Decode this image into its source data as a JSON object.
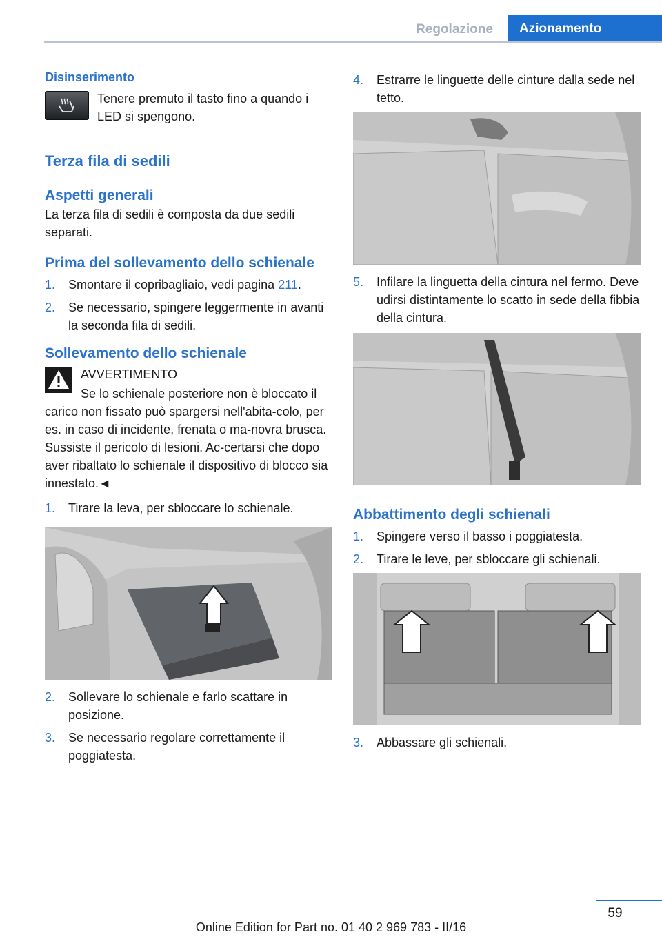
{
  "header": {
    "tab_inactive": "Regolazione",
    "tab_active": "Azionamento"
  },
  "left": {
    "disinserimento_title": "Disinserimento",
    "disinserimento_text": "Tenere premuto il tasto fino a quando i LED si spengono.",
    "terza_fila_title": "Terza fila di sedili",
    "aspetti_title": "Aspetti generali",
    "aspetti_text": "La terza fila di sedili è composta da due sedili separati.",
    "prima_title": "Prima del sollevamento dello schienale",
    "prima_steps": [
      {
        "n": "1.",
        "text": "Smontare il copribagliaio, vedi pagina ",
        "link": "211",
        "after": "."
      },
      {
        "n": "2.",
        "text": "Se necessario, spingere leggermente in avanti la seconda fila di sedili."
      }
    ],
    "sollev_title": "Sollevamento dello schienale",
    "warning_label": "AVVERTIMENTO",
    "warning_text": "Se lo schienale posteriore non è bloccato il carico non fissato può spargersi nell'abita-colo, per es. in caso di incidente, frenata o ma-novra brusca. Sussiste il pericolo di lesioni. Ac-certarsi che dopo aver ribaltato lo schienale il dispositivo di blocco sia innestato.◄",
    "sollev_step1": {
      "n": "1.",
      "text": "Tirare la leva, per sbloccare lo schienale."
    },
    "sollev_steps_b": [
      {
        "n": "2.",
        "text": "Sollevare lo schienale e farlo scattare in posizione."
      },
      {
        "n": "3.",
        "text": "Se necessario regolare correttamente il poggiatesta."
      }
    ]
  },
  "right": {
    "step4": {
      "n": "4.",
      "text": "Estrarre le linguette delle cinture dalla sede nel tetto."
    },
    "step5": {
      "n": "5.",
      "text": "Infilare la linguetta della cintura nel fermo. Deve udirsi distintamente lo scatto in sede della fibbia della cintura."
    },
    "abbatt_title": "Abbattimento degli schienali",
    "abbatt_steps": [
      {
        "n": "1.",
        "text": "Spingere verso il basso i poggiatesta."
      },
      {
        "n": "2.",
        "text": "Tirare le leve, per sbloccare gli schienali."
      }
    ],
    "abbatt_step3": {
      "n": "3.",
      "text": "Abbassare gli schienali."
    }
  },
  "footer": {
    "page_number": "59",
    "edition": "Online Edition for Part no. 01 40 2 969 783 - II/16"
  }
}
